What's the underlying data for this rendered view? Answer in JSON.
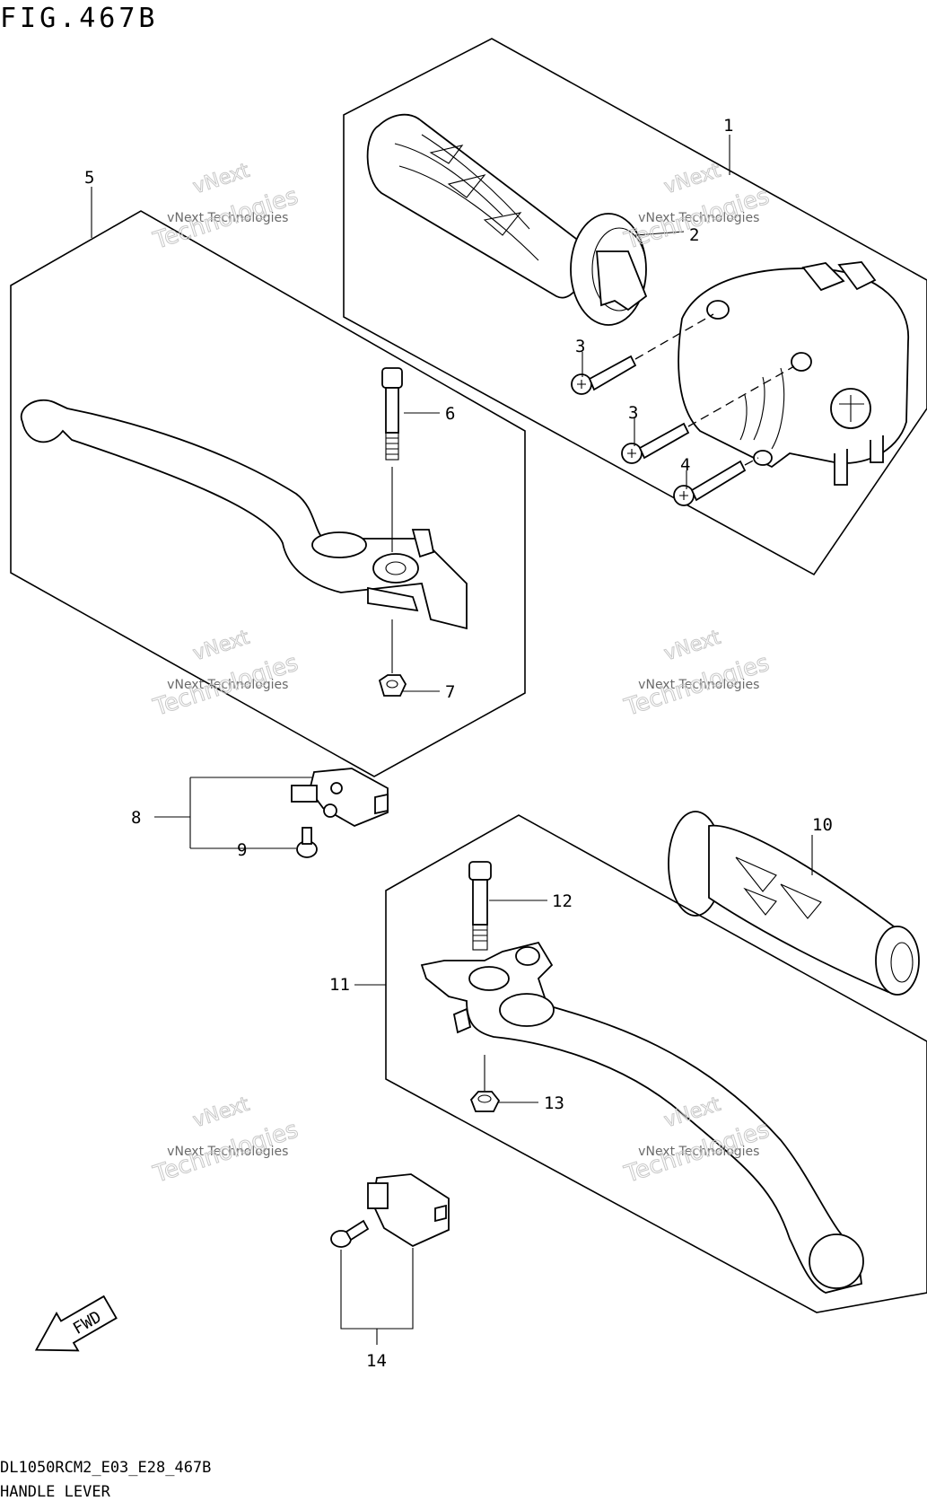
{
  "figure": {
    "title": "FIG.467B",
    "model_code": "DL1050RCM2_E03_E28_467B",
    "caption": "HANDLE LEVER"
  },
  "watermark": {
    "line1": "vNext",
    "line2": "vNext Technologies",
    "line3": "Technologies"
  },
  "callouts": [
    "1",
    "2",
    "3",
    "3",
    "4",
    "5",
    "6",
    "7",
    "8",
    "9",
    "10",
    "11",
    "12",
    "13",
    "14"
  ],
  "fwd_label": "FWD"
}
